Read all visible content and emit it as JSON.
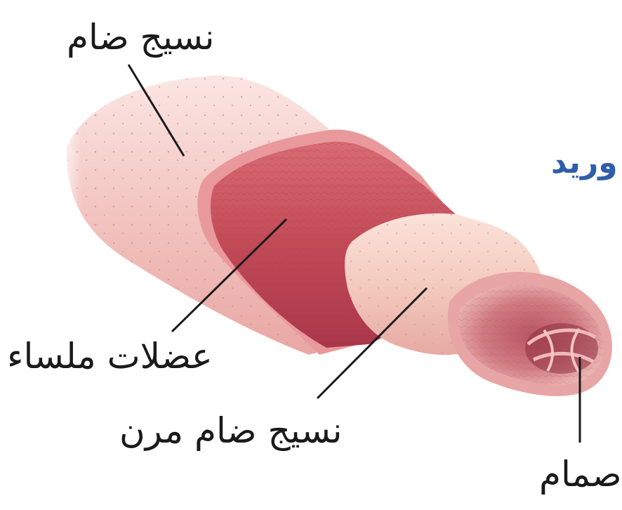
{
  "title": "وريد",
  "labels": {
    "connective_tissue": "نسيج ضام",
    "smooth_muscle": "عضلات ملساء",
    "elastic_connective_tissue": "نسيج ضام مرن",
    "valve": "صمام"
  },
  "colors": {
    "outer_layer": "#f3c3c0",
    "muscle_layer": "#c9505c",
    "elastic_layer": "#f6d2c8",
    "lumen": "#a9424f",
    "title_text": "#2f5ea8",
    "label_text": "#1a1a1a"
  }
}
